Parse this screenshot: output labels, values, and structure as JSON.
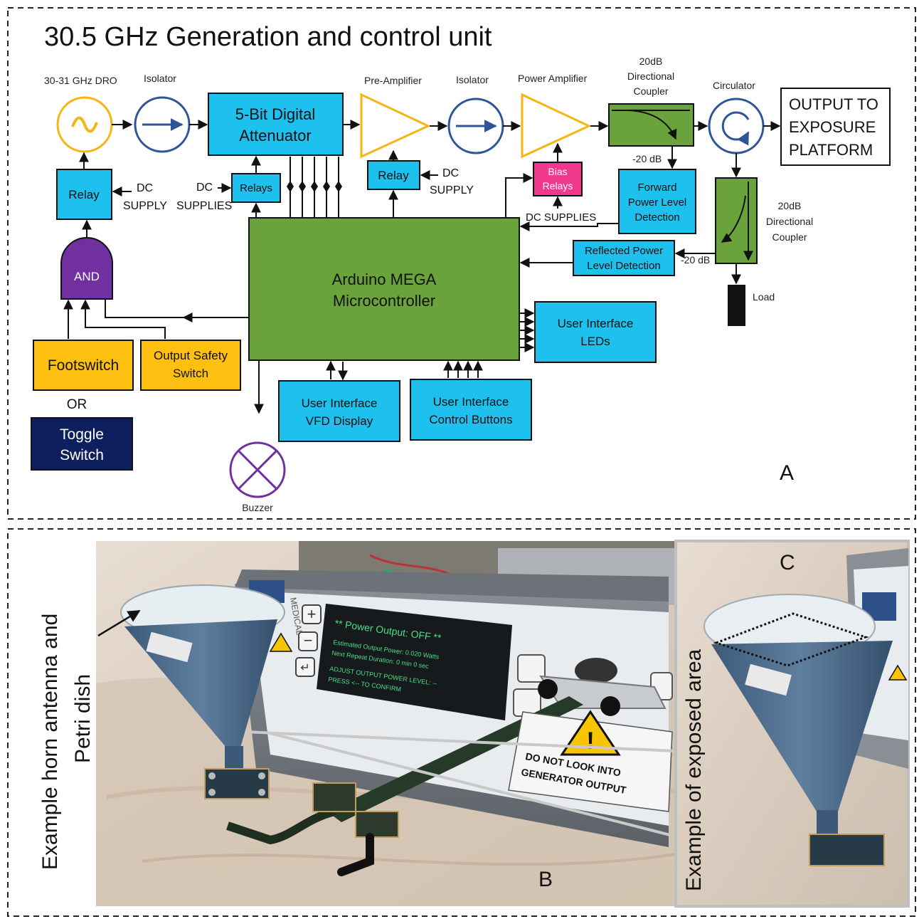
{
  "panel_a": {
    "title": "30.5 GHz Generation and control unit",
    "panel_letter": "A",
    "dro_label": "30-31 GHz DRO",
    "isolator1_label": "Isolator",
    "isolator2_label": "Isolator",
    "attenuator_line1": "5-Bit Digital",
    "attenuator_line2": "Attenuator",
    "preamp_label": "Pre-Amplifier",
    "poweramp_label": "Power Amplifier",
    "coupler1_line1": "20dB",
    "coupler1_line2": "Directional",
    "coupler1_line3": "Coupler",
    "circulator_label": "Circulator",
    "output_line1": "OUTPUT TO",
    "output_line2": "EXPOSURE",
    "output_line3": "PLATFORM",
    "relay_dro": "Relay",
    "relays_att": "Relays",
    "relay_preamp": "Relay",
    "bias_relays_line1": "Bias",
    "bias_relays_line2": "Relays",
    "dc_supply1_line1": "DC",
    "dc_supply1_line2": "SUPPLY",
    "dc_supplies_line1": "DC",
    "dc_supplies_line2": "SUPPLIES",
    "dc_supply2_line1": "DC",
    "dc_supply2_line2": "SUPPLY",
    "dc_supplies_bias": "DC SUPPLIES",
    "minus20db_fwd": "-20 dB",
    "minus20db_ref": "-20 dB",
    "fwd_line1": "Forward",
    "fwd_line2": "Power Level",
    "fwd_line3": "Detection",
    "coupler2_line1": "20dB",
    "coupler2_line2": "Directional",
    "coupler2_line3": "Coupler",
    "refl_line1": "Reflected Power",
    "refl_line2": "Level Detection",
    "load_label": "Load",
    "and_label": "AND",
    "mcu_line1": "Arduino MEGA",
    "mcu_line2": "Microcontroller",
    "ui_leds_line1": "User Interface",
    "ui_leds_line2": "LEDs",
    "footswitch": "Footswitch",
    "safety_line1": "Output Safety",
    "safety_line2": "Switch",
    "or_label": "OR",
    "toggle_line1": "Toggle",
    "toggle_line2": "Switch",
    "vfd_line1": "User Interface",
    "vfd_line2": "VFD Display",
    "buttons_line1": "User Interface",
    "buttons_line2": "Control Buttons",
    "buzzer_label": "Buzzer"
  },
  "panel_b": {
    "caption_line1": "Example horn antenna and",
    "caption_line2": "Petri dish",
    "panel_letter": "B",
    "screen_line1": "** Power Output: OFF **",
    "screen_line2": "Estimated Output Power: 0.020 Watts",
    "screen_line3": "Next Repeat Duration: 0 min 0 sec",
    "screen_line4": "ADJUST OUTPUT POWER LEVEL: --",
    "screen_line5": "PRESS <-- TO CONFIRM",
    "warning_line1": "DO NOT LOOK INTO",
    "warning_line2": "GENERATOR OUTPUT",
    "brand_label": "MEDICAL"
  },
  "panel_c": {
    "caption": "Example of exposed area",
    "panel_letter": "C"
  },
  "colors": {
    "cyan_box": "#1ec0ee",
    "green_box": "#6aa33b",
    "orange_box": "#fdc010",
    "purple_gate": "#7030a0",
    "navy_box": "#0d1f5c",
    "pink_box": "#f0388c",
    "dro_yellow": "#f6b512",
    "isolator_blue": "#2f5597"
  }
}
